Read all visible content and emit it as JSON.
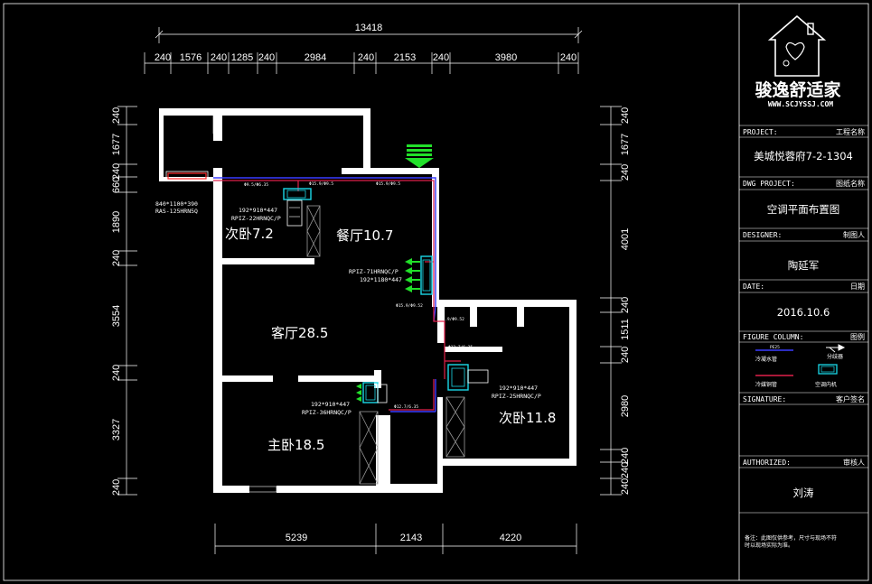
{
  "dimensions": {
    "top_total": "13418",
    "top_segments": [
      "240",
      "1576",
      "240",
      "1285",
      "240",
      "2984",
      "240",
      "2153",
      "240",
      "3980",
      "240"
    ],
    "bottom_segments": [
      "5239",
      "2143",
      "4220"
    ],
    "left_segments": [
      "240",
      "1677",
      "240",
      "660",
      "1890",
      "240",
      "3554",
      "240",
      "3327",
      "240"
    ],
    "right_segments": [
      "240",
      "1677",
      "240",
      "4001",
      "240",
      "1511",
      "240",
      "2980",
      "240",
      "240",
      "240"
    ]
  },
  "rooms": {
    "bedroom_small": "次卧7.2",
    "dining": "餐厅10.7",
    "living": "客厅28.5",
    "master": "主卧18.5",
    "bedroom_right": "次卧11.8"
  },
  "units": {
    "outdoor_size": "840*1100*390",
    "outdoor_model": "RAS-125HRN5Q",
    "small_bed_size": "192*910*447",
    "small_bed_model": "RPIZ-22HRNQC/P",
    "dining_model": "RPIZ-71HRNQC/P",
    "dining_size": "192*1180*447",
    "master_size": "192*910*447",
    "master_model": "RPIZ-36HRNQC/P",
    "right_bed_size": "192*910*447",
    "right_bed_model": "RPIZ-25HRNQC/P"
  },
  "pipe_labels": {
    "p1": "Φ9.5/Φ6.35",
    "p2": "Φ15.9/Φ9.5",
    "p3": "Φ15.9/Φ9.5",
    "p4": "Φ15.9/Φ9.52",
    "p5": "Φ15.9/Φ9.52",
    "p6": "Φ12.7/6.35",
    "p7": "Φ12.7/6.35"
  },
  "title_block": {
    "logo_main": "骏逸舒适家",
    "logo_sub": "WWW.SCJYSSJ.COM",
    "project_label": "PROJECT:",
    "project_label_cn": "工程名称",
    "project_value": "美城悦蓉府7-2-1304",
    "dwg_label": "DWG PROJECT:",
    "dwg_label_cn": "图纸名称",
    "dwg_value": "空调平面布置图",
    "designer_label": "DESIGNER:",
    "designer_label_cn": "制图人",
    "designer_value": "陶延军",
    "date_label": "DATE:",
    "date_label_cn": "日期",
    "date_value": "2016.10.6",
    "figure_label": "FIGURE COLUMN:",
    "figure_label_cn": "图例",
    "legend_condensate_tag": "PE25",
    "legend_condensate": "冷凝水管",
    "legend_branch": "分歧器",
    "legend_copper": "冷媒铜管",
    "legend_indoor": "空调内机",
    "signature_label": "SIGNATURE:",
    "signature_label_cn": "客户签名",
    "authorized_label": "AUTHORIZED:",
    "authorized_label_cn": "审核人",
    "authorized_value": "刘涛",
    "note_line1": "备注：此图仅供参考，尺寸与现场不符",
    "note_line2": "时以现场实际为准。"
  },
  "colors": {
    "wall": "#ffffff",
    "copper_pipe": "#e0204a",
    "condensate_pipe": "#3a3cff",
    "indoor_unit": "#19d8e8",
    "airflow": "#22e02a",
    "outdoor_unit": "#ff2b2b",
    "furniture": "#9a9a9a"
  }
}
